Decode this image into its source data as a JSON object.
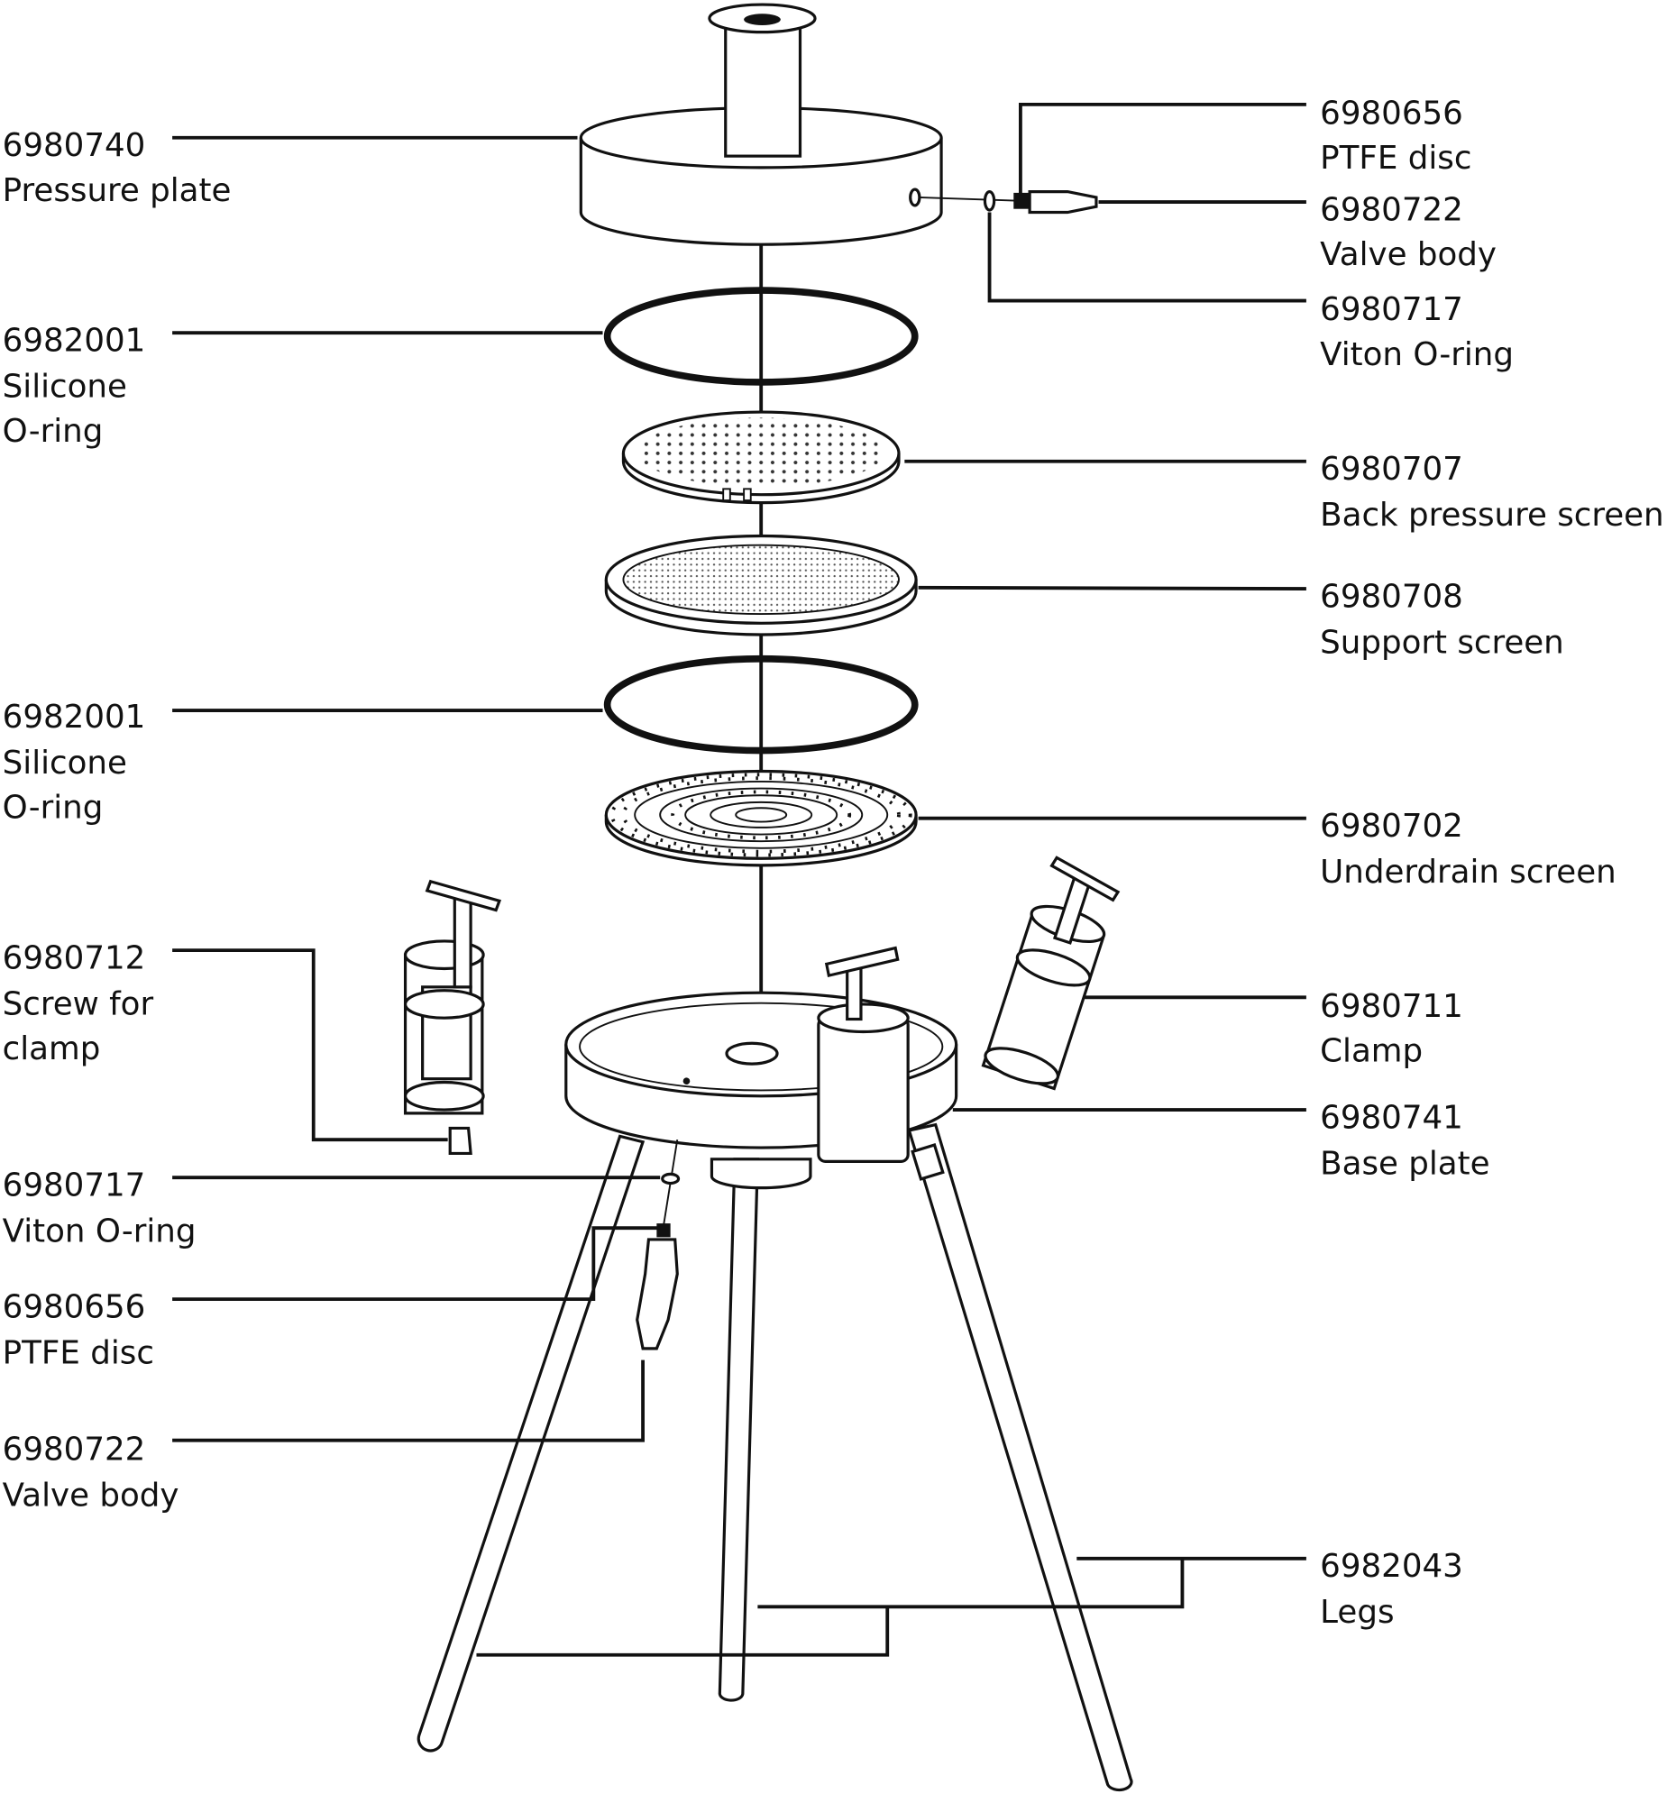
{
  "labels": {
    "pressure_plate": {
      "number": "6980740",
      "name": "Pressure plate"
    },
    "silicone_oring_top": {
      "number": "6982001",
      "name1": "Silicone",
      "name2": "O-ring"
    },
    "silicone_oring_bottom": {
      "number": "6982001",
      "name1": "Silicone",
      "name2": "O-ring"
    },
    "screw_for_clamp": {
      "number": "6980712",
      "name1": "Screw for",
      "name2": "clamp"
    },
    "viton_oring_left": {
      "number": "6980717",
      "name": "Viton O-ring"
    },
    "ptfe_disc_left": {
      "number": "6980656",
      "name": "PTFE disc"
    },
    "valve_body_left": {
      "number": "6980722",
      "name": "Valve body"
    },
    "ptfe_disc_right": {
      "number": "6980656",
      "name": "PTFE disc"
    },
    "valve_body_right": {
      "number": "6980722",
      "name": "Valve body"
    },
    "viton_oring_right": {
      "number": "6980717",
      "name": "Viton O-ring"
    },
    "back_pressure_screen": {
      "number": "6980707",
      "name": "Back pressure screen"
    },
    "support_screen": {
      "number": "6980708",
      "name": "Support screen"
    },
    "underdrain_screen": {
      "number": "6980702",
      "name": "Underdrain screen"
    },
    "clamp": {
      "number": "6980711",
      "name": "Clamp"
    },
    "base_plate": {
      "number": "6980741",
      "name": "Base plate"
    },
    "legs": {
      "number": "6982043",
      "name": "Legs"
    }
  }
}
